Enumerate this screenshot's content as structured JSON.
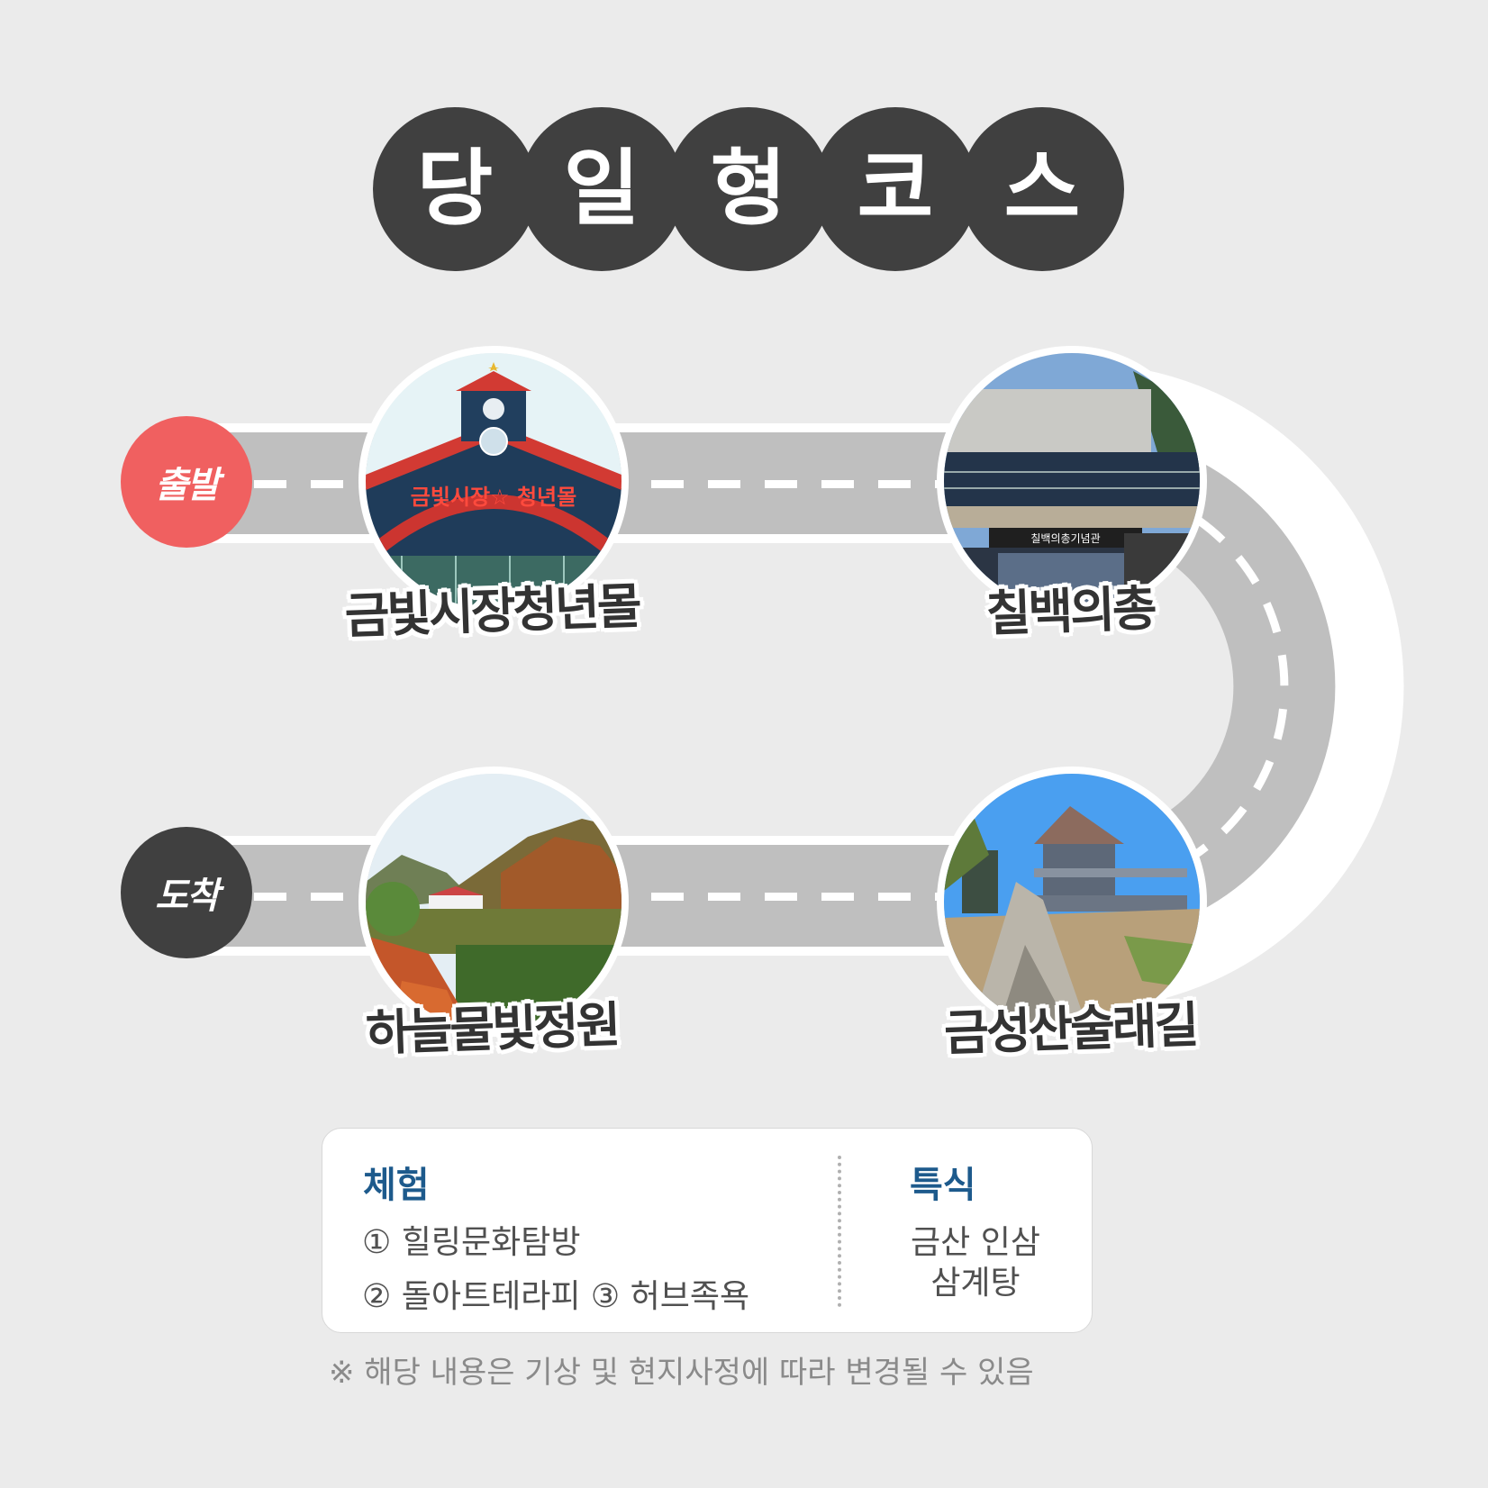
{
  "title": {
    "chars": [
      "당",
      "일",
      "형",
      "코",
      "스"
    ],
    "full": "당일형코스",
    "bubble_color": "#404040"
  },
  "route": {
    "start": {
      "label": "출발",
      "color": "#f06060"
    },
    "end": {
      "label": "도착",
      "color": "#404040"
    },
    "road_color": "#bfbfbf",
    "stops": [
      {
        "order": 1,
        "name": "금빛시장청년몰",
        "photo": "market-clock-tower-photo"
      },
      {
        "order": 2,
        "name": "칠백의총",
        "photo": "memorial-hall-building-photo"
      },
      {
        "order": 3,
        "name": "금성산술래길",
        "photo": "mountain-pavilion-cairn-photo"
      },
      {
        "order": 4,
        "name": "하늘물빛정원",
        "photo": "autumn-lake-garden-photo"
      }
    ]
  },
  "info": {
    "experience": {
      "heading": "체험",
      "line1": "① 힐링문화탐방",
      "line2": "② 돌아트테라피 ③ 허브족욕",
      "items": [
        "힐링문화탐방",
        "돌아트테라피",
        "허브족욕"
      ]
    },
    "food": {
      "heading": "특식",
      "line1": "금산 인삼",
      "line2": "삼계탕"
    },
    "heading_color": "#1d5a8c"
  },
  "disclaimer": "※ 해당 내용은 기상 및 현지사정에 따라 변경될 수 있음"
}
